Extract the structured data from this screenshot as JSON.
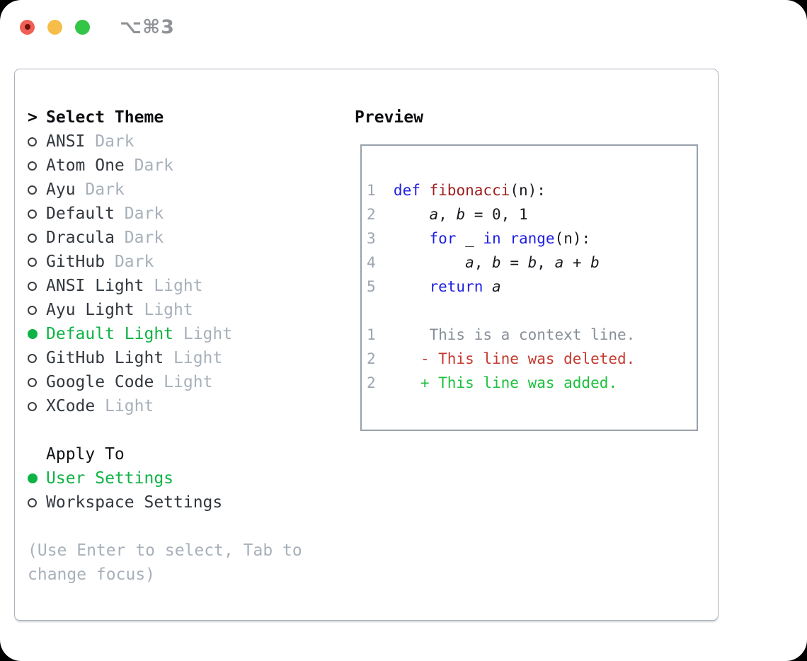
{
  "window": {
    "title": "⌥⌘3",
    "traffic_lights": [
      "close",
      "minimize",
      "zoom"
    ]
  },
  "colors": {
    "kw": "#1e1ee4",
    "fn": "#9e1d1d",
    "code": "#17191e",
    "ctx": "#878f98",
    "del": "#c43a2e",
    "add": "#1dc13e",
    "ln": "#9aa4b0",
    "muted": "#a7b0ba",
    "item": "#32373e",
    "green": "#0eb345",
    "panel_border": "#a9b1bb",
    "box_border": "#98a1ab",
    "title_gray": "#8f9397",
    "tl_red": "#ef5f55",
    "tl_red_dot": "#6e0f08",
    "tl_yellow": "#f6bd4a",
    "tl_green": "#32c546"
  },
  "theme_panel": {
    "header": {
      "prompt": ">",
      "label": "Select Theme"
    },
    "themes": [
      {
        "name": "ANSI",
        "tag": "Dark",
        "selected": false
      },
      {
        "name": "Atom One",
        "tag": "Dark",
        "selected": false
      },
      {
        "name": "Ayu",
        "tag": "Dark",
        "selected": false
      },
      {
        "name": "Default",
        "tag": "Dark",
        "selected": false
      },
      {
        "name": "Dracula",
        "tag": "Dark",
        "selected": false
      },
      {
        "name": "GitHub",
        "tag": "Dark",
        "selected": false
      },
      {
        "name": "ANSI Light",
        "tag": "Light",
        "selected": false
      },
      {
        "name": "Ayu Light",
        "tag": "Light",
        "selected": false
      },
      {
        "name": "Default Light",
        "tag": "Light",
        "selected": true
      },
      {
        "name": "GitHub Light",
        "tag": "Light",
        "selected": false
      },
      {
        "name": "Google Code",
        "tag": "Light",
        "selected": false
      },
      {
        "name": "XCode",
        "tag": "Light",
        "selected": false
      }
    ],
    "apply_to": {
      "label": "Apply To",
      "options": [
        {
          "name": "User Settings",
          "selected": true
        },
        {
          "name": "Workspace Settings",
          "selected": false
        }
      ]
    },
    "hint_lines": [
      "(Use Enter to select, Tab to",
      "change focus)"
    ]
  },
  "preview": {
    "label": "Preview",
    "code_lines": [
      {
        "num": "1",
        "segments": [
          {
            "t": "def",
            "s": "kw"
          },
          {
            "t": " ",
            "s": "p"
          },
          {
            "t": "fibonacci",
            "s": "fn"
          },
          {
            "t": "(n):",
            "s": "p"
          }
        ]
      },
      {
        "num": "2",
        "segments": [
          {
            "t": "    ",
            "s": "p"
          },
          {
            "t": "a",
            "s": "v"
          },
          {
            "t": ", ",
            "s": "p"
          },
          {
            "t": "b",
            "s": "v"
          },
          {
            "t": " = 0, 1",
            "s": "p"
          }
        ]
      },
      {
        "num": "3",
        "segments": [
          {
            "t": "    ",
            "s": "p"
          },
          {
            "t": "for",
            "s": "kw"
          },
          {
            "t": " _ ",
            "s": "p"
          },
          {
            "t": "in",
            "s": "kw"
          },
          {
            "t": " ",
            "s": "p"
          },
          {
            "t": "range",
            "s": "kw"
          },
          {
            "t": "(n):",
            "s": "p"
          }
        ]
      },
      {
        "num": "4",
        "segments": [
          {
            "t": "        ",
            "s": "p"
          },
          {
            "t": "a",
            "s": "v"
          },
          {
            "t": ", ",
            "s": "p"
          },
          {
            "t": "b",
            "s": "v"
          },
          {
            "t": " = ",
            "s": "p"
          },
          {
            "t": "b",
            "s": "v"
          },
          {
            "t": ", ",
            "s": "p"
          },
          {
            "t": "a",
            "s": "v"
          },
          {
            "t": " + ",
            "s": "p"
          },
          {
            "t": "b",
            "s": "v"
          }
        ]
      },
      {
        "num": "5",
        "segments": [
          {
            "t": "    ",
            "s": "p"
          },
          {
            "t": "return",
            "s": "kw"
          },
          {
            "t": " ",
            "s": "p"
          },
          {
            "t": "a",
            "s": "v"
          }
        ]
      },
      {
        "num": "",
        "segments": []
      },
      {
        "num": "1",
        "segments": [
          {
            "t": "    This is a context line.",
            "s": "ctx"
          }
        ]
      },
      {
        "num": "2",
        "segments": [
          {
            "t": "   ",
            "s": "p"
          },
          {
            "t": "- This line was deleted.",
            "s": "del"
          }
        ]
      },
      {
        "num": "2",
        "segments": [
          {
            "t": "   ",
            "s": "p"
          },
          {
            "t": "+ This line was added.",
            "s": "add"
          }
        ]
      }
    ]
  }
}
